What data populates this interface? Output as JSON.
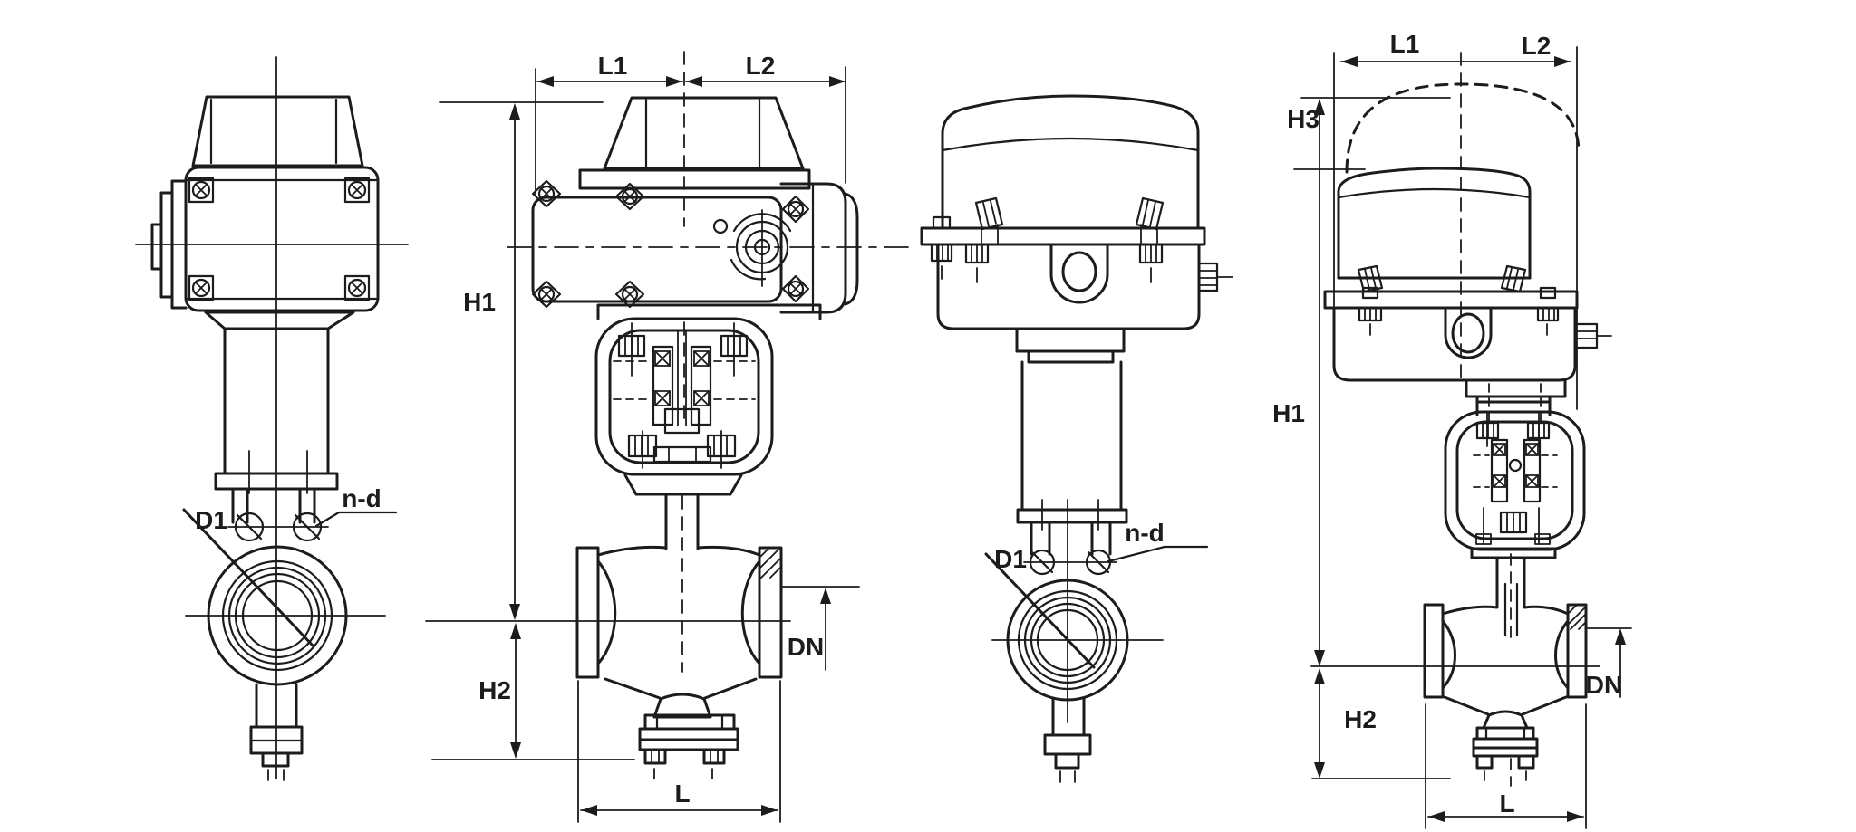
{
  "drawing": {
    "background_color": "#ffffff",
    "line_color": "#1c1c1c",
    "description_labels": {
      "d1": "D1",
      "nd": "n-d",
      "l1": "L1",
      "l2": "L2",
      "h1": "H1",
      "h2": "H2",
      "h3": "H3",
      "dn": "DN",
      "l": "L"
    },
    "views": {
      "flanged_valve_side": {
        "d1": "D1",
        "nd": "n-d"
      },
      "flanged_valve_front": {
        "l1": "L1",
        "l2": "L2",
        "h1": "H1",
        "h2": "H2",
        "dn": "DN",
        "l": "L"
      },
      "dome_valve_side": {
        "d1": "D1",
        "nd": "n-d"
      },
      "dome_valve_front": {
        "l1": "L1",
        "l2": "L2",
        "h3": "H3",
        "h1": "H1",
        "h2": "H2",
        "dn": "DN",
        "l": "L"
      }
    }
  }
}
